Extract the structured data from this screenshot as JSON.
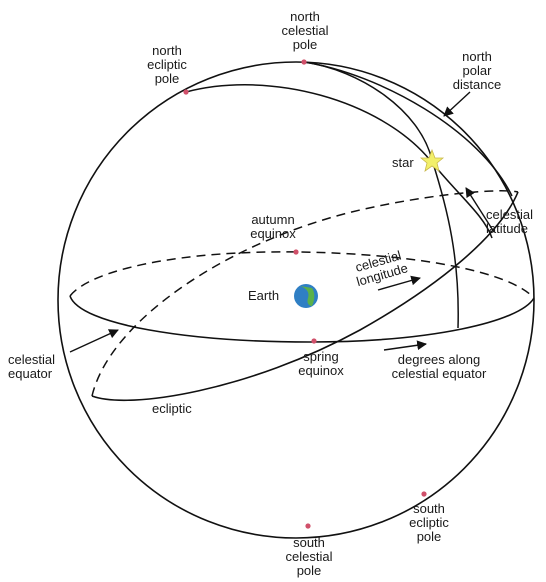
{
  "labels": {
    "north_celestial_pole": [
      "north",
      "celestial",
      "pole"
    ],
    "north_ecliptic_pole": [
      "north",
      "ecliptic",
      "pole"
    ],
    "north_polar_distance": [
      "north",
      "polar",
      "distance"
    ],
    "star": "star",
    "celestial_latitude": [
      "celestial",
      "latitude"
    ],
    "autumn_equinox": [
      "autumn",
      "equinox"
    ],
    "celestial_longitude": [
      "celestial",
      "longitude"
    ],
    "earth": "Earth",
    "celestial_equator": [
      "celestial",
      "equator"
    ],
    "spring_equinox": [
      "spring",
      "equinox"
    ],
    "degrees_along": [
      "degrees along",
      "celestial equator"
    ],
    "ecliptic": "ecliptic",
    "south_ecliptic_pole": [
      "south",
      "ecliptic",
      "pole"
    ],
    "south_celestial_pole": [
      "south",
      "celestial",
      "pole"
    ]
  },
  "colors": {
    "line": "#111111",
    "pole_marker": "#d0506a",
    "star": "#f2ef6a",
    "earth_ocean": "#2f7fc4",
    "earth_land": "#5bb14a"
  }
}
